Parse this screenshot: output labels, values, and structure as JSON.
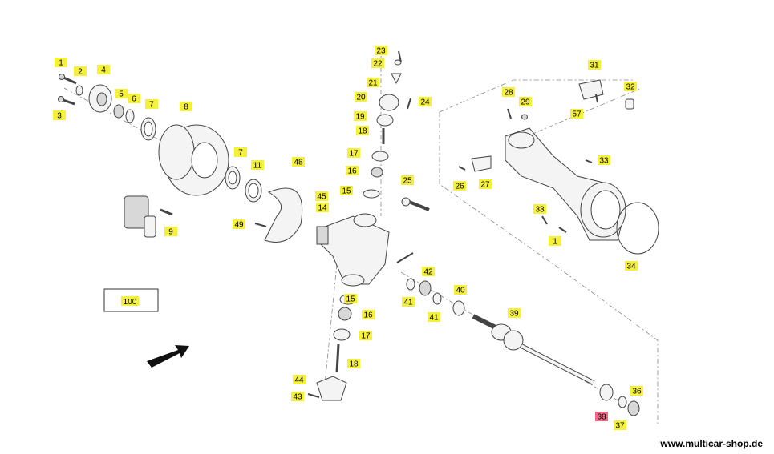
{
  "website": "www.multicar-shop.de",
  "arrow_icon": "arrow-right-icon",
  "group_label": "100",
  "colors": {
    "callout_fill": "#f5f03a",
    "callout_highlight": "#ef6a86",
    "line": "#444444"
  },
  "callouts": [
    {
      "label": "1",
      "style": "yellow"
    },
    {
      "label": "2",
      "style": "yellow"
    },
    {
      "label": "3",
      "style": "yellow"
    },
    {
      "label": "4",
      "style": "yellow"
    },
    {
      "label": "5",
      "style": "yellow"
    },
    {
      "label": "6",
      "style": "yellow"
    },
    {
      "label": "7",
      "style": "yellow"
    },
    {
      "label": "8",
      "style": "yellow"
    },
    {
      "label": "7",
      "style": "yellow"
    },
    {
      "label": "11",
      "style": "yellow"
    },
    {
      "label": "9",
      "style": "yellow"
    },
    {
      "label": "23",
      "style": "yellow"
    },
    {
      "label": "22",
      "style": "yellow"
    },
    {
      "label": "21",
      "style": "yellow"
    },
    {
      "label": "20",
      "style": "yellow"
    },
    {
      "label": "24",
      "style": "yellow"
    },
    {
      "label": "19",
      "style": "yellow"
    },
    {
      "label": "18",
      "style": "yellow"
    },
    {
      "label": "17",
      "style": "yellow"
    },
    {
      "label": "16",
      "style": "yellow"
    },
    {
      "label": "15",
      "style": "yellow"
    },
    {
      "label": "48",
      "style": "yellow"
    },
    {
      "label": "45",
      "style": "yellow"
    },
    {
      "label": "14",
      "style": "yellow"
    },
    {
      "label": "49",
      "style": "yellow"
    },
    {
      "label": "25",
      "style": "yellow"
    },
    {
      "label": "42",
      "style": "yellow"
    },
    {
      "label": "40",
      "style": "yellow"
    },
    {
      "label": "41",
      "style": "yellow"
    },
    {
      "label": "41",
      "style": "yellow"
    },
    {
      "label": "15",
      "style": "yellow"
    },
    {
      "label": "16",
      "style": "yellow"
    },
    {
      "label": "17",
      "style": "yellow"
    },
    {
      "label": "18",
      "style": "yellow"
    },
    {
      "label": "44",
      "style": "yellow"
    },
    {
      "label": "43",
      "style": "yellow"
    },
    {
      "label": "39",
      "style": "yellow"
    },
    {
      "label": "36",
      "style": "yellow"
    },
    {
      "label": "38",
      "style": "pink"
    },
    {
      "label": "37",
      "style": "yellow"
    },
    {
      "label": "31",
      "style": "yellow"
    },
    {
      "label": "32",
      "style": "yellow"
    },
    {
      "label": "28",
      "style": "yellow"
    },
    {
      "label": "29",
      "style": "yellow"
    },
    {
      "label": "57",
      "style": "yellow"
    },
    {
      "label": "33",
      "style": "yellow"
    },
    {
      "label": "26",
      "style": "yellow"
    },
    {
      "label": "27",
      "style": "yellow"
    },
    {
      "label": "33",
      "style": "yellow"
    },
    {
      "label": "1",
      "style": "yellow"
    },
    {
      "label": "34",
      "style": "yellow"
    }
  ]
}
